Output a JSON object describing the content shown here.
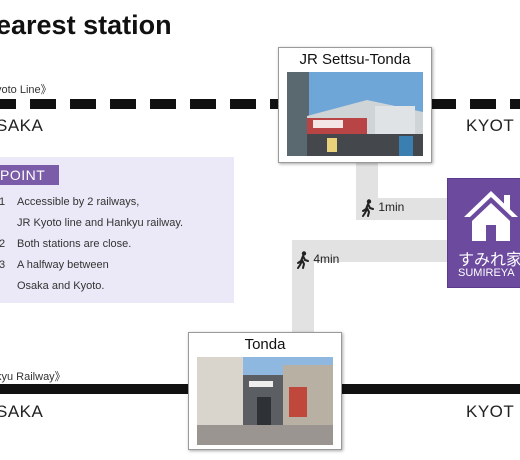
{
  "title": "earest station",
  "jr": {
    "line_label": "yoto Line》",
    "left_city": "SAKA",
    "right_city": "KYOT",
    "station_name": "JR Settsu-Tonda",
    "walk_time": "1min"
  },
  "hankyu": {
    "line_label": "kyu Railway》",
    "left_city": "SAKA",
    "right_city": "KYOT",
    "station_name": "Tonda",
    "walk_time": "4min"
  },
  "point": {
    "heading": "POINT",
    "items": [
      {
        "num": "1",
        "text": "Accessible by 2 railways,"
      },
      {
        "num": "",
        "text": "JR Kyoto line and Hankyu railway."
      },
      {
        "num": "2",
        "text": "Both stations are close."
      },
      {
        "num": "3",
        "text": "A halfway between"
      },
      {
        "num": "",
        "text": "Osaka and Kyoto."
      }
    ]
  },
  "destination": {
    "name_jp": "すみれ家",
    "name_en": "SUMIREYA",
    "icon": "house-icon",
    "color": "#6c4a9e"
  },
  "colors": {
    "accent": "#7b5ca8",
    "point_bg": "#ebe9f7",
    "walk_path": "#e2e2e2",
    "rail": "#111111"
  }
}
